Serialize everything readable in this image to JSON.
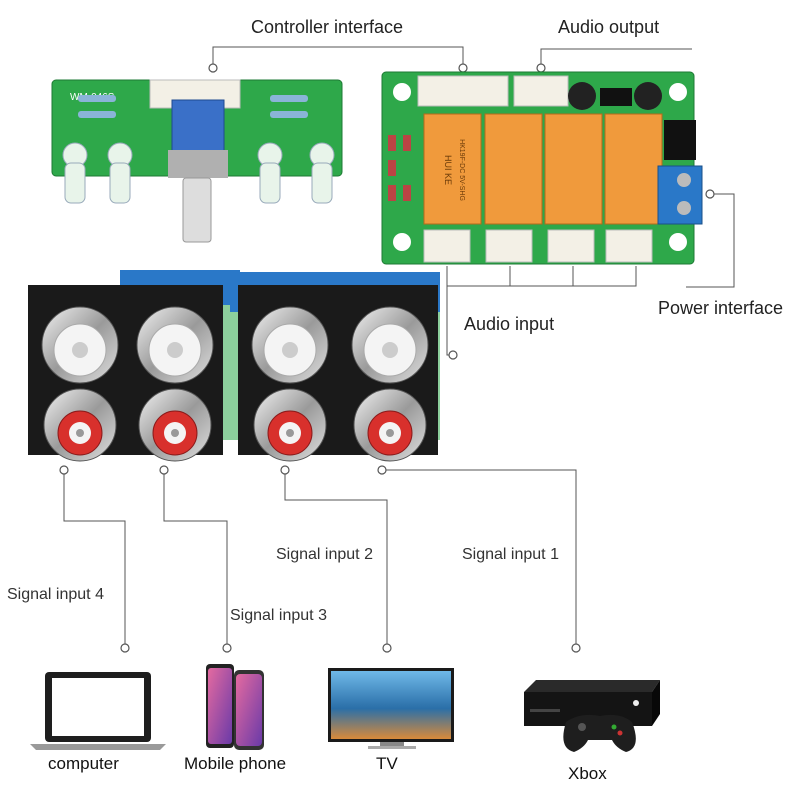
{
  "labels": {
    "controller_interface": "Controller interface",
    "audio_output": "Audio output",
    "power_interface": "Power interface",
    "audio_input": "Audio input",
    "signal_input_1": "Signal input 1",
    "signal_input_2": "Signal input 2",
    "signal_input_3": "Signal input 3",
    "signal_input_4": "Signal input 4"
  },
  "boards": {
    "controller_code": "WM-046S",
    "relay_text_1": "HUI KE",
    "relay_text_2": "HK19F-DC 5V-SHG"
  },
  "devices": {
    "computer": "computer",
    "mobile_phone": "Mobile phone",
    "tv": "TV",
    "xbox": "Xbox"
  },
  "colors": {
    "pcb_green": "#2ea84a",
    "relay_orange": "#f09a3c",
    "rca_red": "#d8302c",
    "rca_white": "#f4f4f4",
    "terminal_blue": "#2a78c8",
    "line": "#555555"
  }
}
